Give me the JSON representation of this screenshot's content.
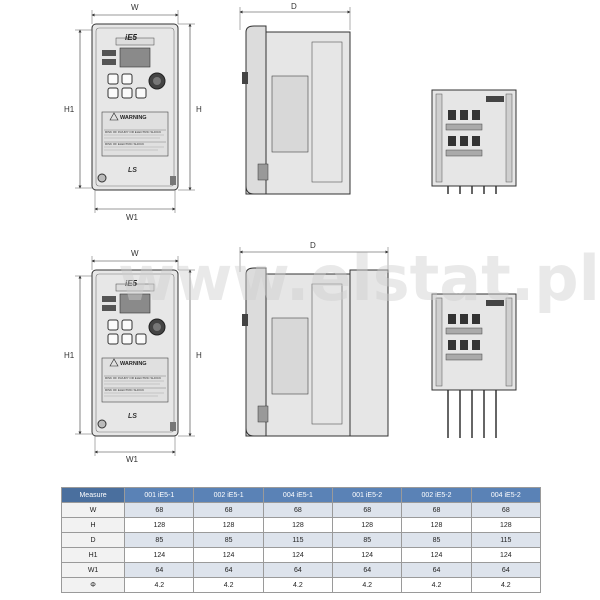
{
  "dims": {
    "W": "W",
    "D": "D",
    "H1": "H1",
    "H": "H",
    "W1": "W1"
  },
  "device": {
    "model": "iE5",
    "brand": "LS",
    "warning_title": "WARNING",
    "warning_lines": [
      "RISK OF INJURY OR ELECTRIC SHOCK",
      "RISK OF ELECTRIC SHOCK"
    ]
  },
  "watermark": "www.elstat.pl",
  "table": {
    "headers": [
      "Measure",
      "001 iE5-1",
      "002 iE5-1",
      "004 iE5-1",
      "001 iE5-2",
      "002 iE5-2",
      "004 iE5-2"
    ],
    "rows": [
      [
        "W",
        "68",
        "68",
        "68",
        "68",
        "68",
        "68"
      ],
      [
        "H",
        "128",
        "128",
        "128",
        "128",
        "128",
        "128"
      ],
      [
        "D",
        "85",
        "85",
        "115",
        "85",
        "85",
        "115"
      ],
      [
        "H1",
        "124",
        "124",
        "124",
        "124",
        "124",
        "124"
      ],
      [
        "W1",
        "64",
        "64",
        "64",
        "64",
        "64",
        "64"
      ],
      [
        "Φ",
        "4.2",
        "4.2",
        "4.2",
        "4.2",
        "4.2",
        "4.2"
      ]
    ]
  },
  "colors": {
    "header": "#5a82b6",
    "body": "#e6e6e6",
    "edge": "#333333"
  }
}
